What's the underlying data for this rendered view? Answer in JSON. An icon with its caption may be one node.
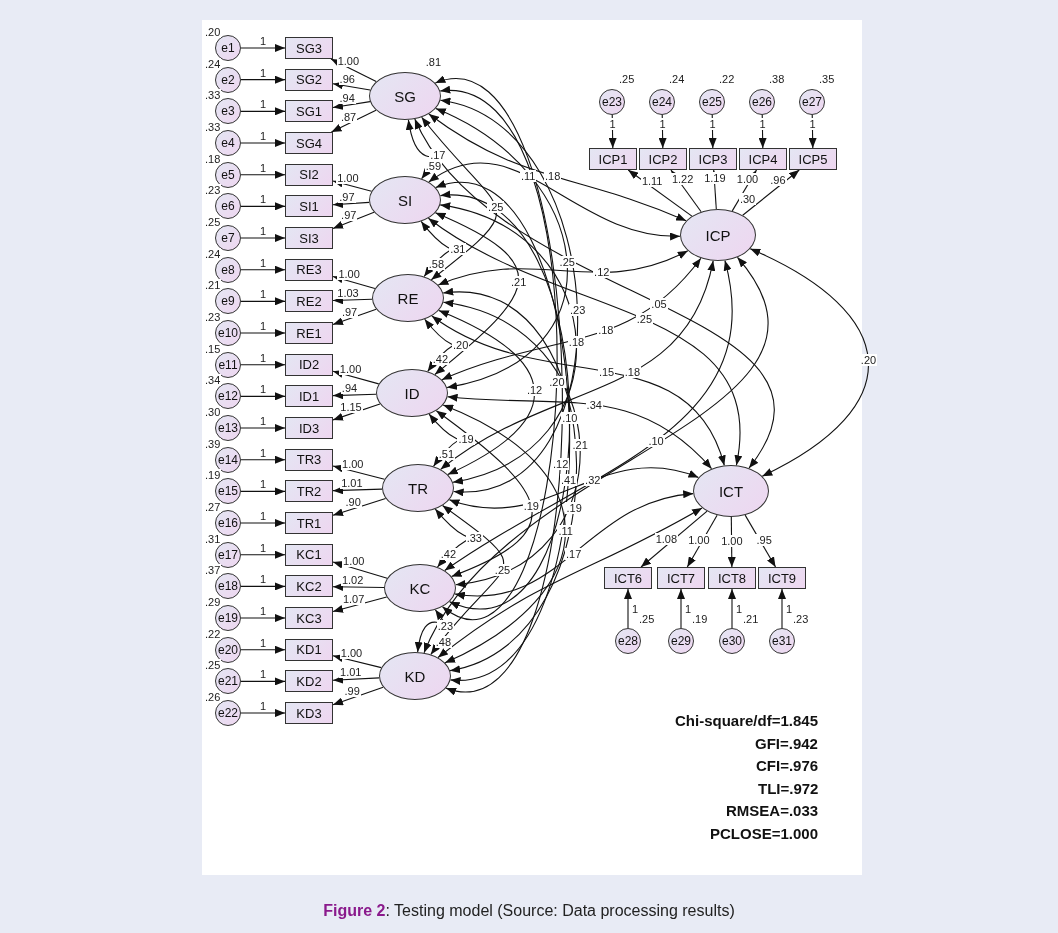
{
  "diagram": {
    "caption": "**Figure 2**: Testing model (Source: Data processing results)",
    "nodes": [
      {
        "text": [
          "e1"
        ],
        "beside": [
          ".20"
        ]
      },
      {
        "text": [
          "e2"
        ],
        "beside": [
          ".24"
        ]
      },
      {
        "text": [
          "e3"
        ],
        "beside": [
          ".33"
        ]
      },
      {
        "text": [
          "e4"
        ],
        "beside": [
          ".33"
        ]
      },
      {
        "text": [
          "e5"
        ],
        "beside": [
          ".18"
        ]
      },
      {
        "text": [
          "e6"
        ],
        "beside": [
          ".23"
        ]
      },
      {
        "text": [
          "e7"
        ],
        "beside": [
          ".25"
        ]
      },
      {
        "text": [
          "e8"
        ],
        "beside": [
          ".24"
        ]
      },
      {
        "text": [
          "e9"
        ],
        "beside": [
          ".21"
        ]
      },
      {
        "text": [
          "e10"
        ],
        "beside": [
          ".23"
        ]
      },
      {
        "text": [
          "e11"
        ],
        "beside": [
          ".15"
        ]
      },
      {
        "text": [
          "e12"
        ],
        "beside": [
          ".34"
        ]
      },
      {
        "text": [
          "e13"
        ],
        "beside": [
          ".30"
        ]
      },
      {
        "text": [
          "e14"
        ],
        "beside": [
          ".39"
        ]
      },
      {
        "text": [
          "e15"
        ],
        "beside": [
          ".19"
        ]
      },
      {
        "text": [
          "e16"
        ],
        "beside": [
          ".27"
        ]
      },
      {
        "text": [
          "e17"
        ],
        "beside": [
          ".31"
        ]
      },
      {
        "text": [
          "e18"
        ],
        "beside": [
          ".37"
        ]
      },
      {
        "text": [
          "e19"
        ],
        "beside": [
          ".29"
        ]
      },
      {
        "text": [
          "e20"
        ],
        "beside": [
          ".22"
        ]
      },
      {
        "text": [
          "e21"
        ],
        "beside": [
          ".25"
        ]
      },
      {
        "text": [
          "e22"
        ],
        "beside": [
          ".26"
        ]
      },
      {
        "text": [
          "SG3"
        ]
      },
      {
        "text": [
          "SG2"
        ]
      },
      {
        "text": [
          "SG1"
        ]
      },
      {
        "text": [
          "SG4"
        ]
      },
      {
        "text": [
          "SI2"
        ]
      },
      {
        "text": [
          "SI1"
        ]
      },
      {
        "text": [
          "SI3"
        ]
      },
      {
        "text": [
          "RE3"
        ]
      },
      {
        "text": [
          "RE2"
        ]
      },
      {
        "text": [
          "RE1"
        ]
      },
      {
        "text": [
          "ID2"
        ]
      },
      {
        "text": [
          "ID1"
        ]
      },
      {
        "text": [
          "ID3"
        ]
      },
      {
        "text": [
          "TR3"
        ]
      },
      {
        "text": [
          "TR2"
        ]
      },
      {
        "text": [
          "TR1"
        ]
      },
      {
        "text": [
          "KC1"
        ]
      },
      {
        "text": [
          "KC2"
        ]
      },
      {
        "text": [
          "KC3"
        ]
      },
      {
        "text": [
          "KD1"
        ]
      },
      {
        "text": [
          "KD2"
        ]
      },
      {
        "text": [
          "KD3"
        ]
      },
      {
        "text": [
          "SG"
        ],
        "beside": [
          ".81"
        ]
      },
      {
        "text": [
          "SI"
        ],
        "beside": [
          ".59"
        ]
      },
      {
        "text": [
          "RE"
        ],
        "beside": [
          ".58"
        ]
      },
      {
        "text": [
          "ID"
        ],
        "beside": [
          ".42"
        ]
      },
      {
        "text": [
          "TR"
        ],
        "beside": [
          ".51"
        ]
      },
      {
        "text": [
          "KC"
        ],
        "beside": [
          ".42"
        ]
      },
      {
        "text": [
          "KD"
        ],
        "beside": [
          ".48"
        ]
      },
      {
        "text": [
          "e23"
        ],
        "beside": [
          ".25"
        ]
      },
      {
        "text": [
          "e24"
        ],
        "beside": [
          ".24"
        ]
      },
      {
        "text": [
          "e25"
        ],
        "beside": [
          ".22"
        ]
      },
      {
        "text": [
          "e26"
        ],
        "beside": [
          ".38"
        ]
      },
      {
        "text": [
          "e27"
        ],
        "beside": [
          ".35"
        ]
      },
      {
        "text": [
          "ICP1"
        ]
      },
      {
        "text": [
          "ICP2"
        ]
      },
      {
        "text": [
          "ICP3"
        ]
      },
      {
        "text": [
          "ICP4"
        ]
      },
      {
        "text": [
          "ICP5"
        ]
      },
      {
        "text": [
          "ICP"
        ],
        "beside": [
          ".30"
        ]
      },
      {
        "text": [
          "ICT"
        ]
      },
      {
        "text": [
          "ICT6"
        ]
      },
      {
        "text": [
          "ICT7"
        ]
      },
      {
        "text": [
          "ICT8"
        ]
      },
      {
        "text": [
          "ICT9"
        ]
      },
      {
        "text": [
          "e28"
        ],
        "beside": [
          ".25"
        ]
      },
      {
        "text": [
          "e29"
        ],
        "beside": [
          ".19"
        ]
      },
      {
        "text": [
          "e30"
        ],
        "beside": [
          ".21"
        ]
      },
      {
        "text": [
          "e31"
        ],
        "beside": [
          ".23"
        ]
      }
    ],
    "edges": [
      {
        "from": 0,
        "to": 22,
        "arrow": "to",
        "label": "1"
      },
      {
        "from": 1,
        "to": 23,
        "arrow": "to",
        "label": "1"
      },
      {
        "from": 2,
        "to": 24,
        "arrow": "to",
        "label": "1"
      },
      {
        "from": 3,
        "to": 25,
        "arrow": "to",
        "label": "1"
      },
      {
        "from": 4,
        "to": 26,
        "arrow": "to",
        "label": "1"
      },
      {
        "from": 5,
        "to": 27,
        "arrow": "to",
        "label": "1"
      },
      {
        "from": 6,
        "to": 28,
        "arrow": "to",
        "label": "1"
      },
      {
        "from": 7,
        "to": 29,
        "arrow": "to",
        "label": "1"
      },
      {
        "from": 8,
        "to": 30,
        "arrow": "to",
        "label": "1"
      },
      {
        "from": 9,
        "to": 31,
        "arrow": "to",
        "label": "1"
      },
      {
        "from": 10,
        "to": 32,
        "arrow": "to",
        "label": "1"
      },
      {
        "from": 11,
        "to": 33,
        "arrow": "to",
        "label": "1"
      },
      {
        "from": 12,
        "to": 34,
        "arrow": "to",
        "label": "1"
      },
      {
        "from": 13,
        "to": 35,
        "arrow": "to",
        "label": "1"
      },
      {
        "from": 14,
        "to": 36,
        "arrow": "to",
        "label": "1"
      },
      {
        "from": 15,
        "to": 37,
        "arrow": "to",
        "label": "1"
      },
      {
        "from": 16,
        "to": 38,
        "arrow": "to",
        "label": "1"
      },
      {
        "from": 17,
        "to": 39,
        "arrow": "to",
        "label": "1"
      },
      {
        "from": 18,
        "to": 40,
        "arrow": "to",
        "label": "1"
      },
      {
        "from": 19,
        "to": 41,
        "arrow": "to",
        "label": "1"
      },
      {
        "from": 20,
        "to": 42,
        "arrow": "to",
        "label": "1"
      },
      {
        "from": 21,
        "to": 43,
        "arrow": "to",
        "label": "1"
      },
      {
        "from": 44,
        "to": 22,
        "arrow": "to",
        "label": "1.00"
      },
      {
        "from": 44,
        "to": 23,
        "arrow": "to",
        "label": ".96"
      },
      {
        "from": 44,
        "to": 24,
        "arrow": "to",
        "label": ".94"
      },
      {
        "from": 44,
        "to": 25,
        "arrow": "to",
        "label": ".87"
      },
      {
        "from": 45,
        "to": 26,
        "arrow": "to",
        "label": "1.00"
      },
      {
        "from": 45,
        "to": 27,
        "arrow": "to",
        "label": ".97"
      },
      {
        "from": 45,
        "to": 28,
        "arrow": "to",
        "label": ".97"
      },
      {
        "from": 46,
        "to": 29,
        "arrow": "to",
        "label": "1.00"
      },
      {
        "from": 46,
        "to": 30,
        "arrow": "to",
        "label": "1.03"
      },
      {
        "from": 46,
        "to": 31,
        "arrow": "to",
        "label": ".97"
      },
      {
        "from": 47,
        "to": 32,
        "arrow": "to",
        "label": "1.00"
      },
      {
        "from": 47,
        "to": 33,
        "arrow": "to",
        "label": ".94"
      },
      {
        "from": 47,
        "to": 34,
        "arrow": "to",
        "label": "1.15"
      },
      {
        "from": 48,
        "to": 35,
        "arrow": "to",
        "label": "1.00"
      },
      {
        "from": 48,
        "to": 36,
        "arrow": "to",
        "label": "1.01"
      },
      {
        "from": 48,
        "to": 37,
        "arrow": "to",
        "label": ".90"
      },
      {
        "from": 49,
        "to": 38,
        "arrow": "to",
        "label": "1.00"
      },
      {
        "from": 49,
        "to": 39,
        "arrow": "to",
        "label": "1.02"
      },
      {
        "from": 49,
        "to": 40,
        "arrow": "to",
        "label": "1.07"
      },
      {
        "from": 50,
        "to": 41,
        "arrow": "to",
        "label": "1.00"
      },
      {
        "from": 50,
        "to": 42,
        "arrow": "to",
        "label": "1.01"
      },
      {
        "from": 50,
        "to": 43,
        "arrow": "to",
        "label": ".99"
      },
      {
        "from": 51,
        "to": 56,
        "arrow": "to",
        "label": "1"
      },
      {
        "from": 52,
        "to": 57,
        "arrow": "to",
        "label": "1"
      },
      {
        "from": 53,
        "to": 58,
        "arrow": "to",
        "label": "1"
      },
      {
        "from": 54,
        "to": 59,
        "arrow": "to",
        "label": "1"
      },
      {
        "from": 55,
        "to": 60,
        "arrow": "to",
        "label": "1"
      },
      {
        "from": 61,
        "to": 56,
        "arrow": "to",
        "label": "1.11"
      },
      {
        "from": 61,
        "to": 57,
        "arrow": "to",
        "label": "1.22"
      },
      {
        "from": 61,
        "to": 58,
        "arrow": "to",
        "label": "1.19"
      },
      {
        "from": 61,
        "to": 59,
        "arrow": "to",
        "label": "1.00"
      },
      {
        "from": 61,
        "to": 60,
        "arrow": "to",
        "label": ".96"
      },
      {
        "from": 62,
        "to": 63,
        "arrow": "to",
        "label": "1.08"
      },
      {
        "from": 62,
        "to": 64,
        "arrow": "to",
        "label": "1.00"
      },
      {
        "from": 62,
        "to": 65,
        "arrow": "to",
        "label": "1.00"
      },
      {
        "from": 62,
        "to": 66,
        "arrow": "to",
        "label": ".95"
      },
      {
        "from": 67,
        "to": 63,
        "arrow": "to",
        "label": "1"
      },
      {
        "from": 68,
        "to": 64,
        "arrow": "to",
        "label": "1"
      },
      {
        "from": 69,
        "to": 65,
        "arrow": "to",
        "label": "1"
      },
      {
        "from": 70,
        "to": 66,
        "arrow": "to",
        "label": "1"
      },
      {
        "from": 44,
        "to": 45,
        "arrow": "both"
      },
      {
        "from": 44,
        "to": 46,
        "arrow": "both"
      },
      {
        "from": 44,
        "to": 47,
        "arrow": "both"
      },
      {
        "from": 44,
        "to": 48,
        "arrow": "both"
      },
      {
        "from": 44,
        "to": 49,
        "arrow": "both"
      },
      {
        "from": 44,
        "to": 50,
        "arrow": "both"
      },
      {
        "from": 44,
        "to": 61,
        "arrow": "both"
      },
      {
        "from": 44,
        "to": 62,
        "arrow": "both"
      },
      {
        "from": 45,
        "to": 46,
        "arrow": "both"
      },
      {
        "from": 45,
        "to": 47,
        "arrow": "both"
      },
      {
        "from": 45,
        "to": 48,
        "arrow": "both"
      },
      {
        "from": 45,
        "to": 49,
        "arrow": "both"
      },
      {
        "from": 45,
        "to": 50,
        "arrow": "both"
      },
      {
        "from": 45,
        "to": 61,
        "arrow": "both"
      },
      {
        "from": 45,
        "to": 62,
        "arrow": "both"
      },
      {
        "from": 46,
        "to": 47,
        "arrow": "both"
      },
      {
        "from": 46,
        "to": 48,
        "arrow": "both"
      },
      {
        "from": 46,
        "to": 49,
        "arrow": "both"
      },
      {
        "from": 46,
        "to": 50,
        "arrow": "both"
      },
      {
        "from": 46,
        "to": 61,
        "arrow": "both"
      },
      {
        "from": 46,
        "to": 62,
        "arrow": "both"
      },
      {
        "from": 47,
        "to": 48,
        "arrow": "both"
      },
      {
        "from": 47,
        "to": 49,
        "arrow": "both"
      },
      {
        "from": 47,
        "to": 50,
        "arrow": "both"
      },
      {
        "from": 47,
        "to": 61,
        "arrow": "both"
      },
      {
        "from": 47,
        "to": 62,
        "arrow": "both"
      },
      {
        "from": 48,
        "to": 49,
        "arrow": "both"
      },
      {
        "from": 48,
        "to": 50,
        "arrow": "both"
      },
      {
        "from": 48,
        "to": 61,
        "arrow": "both"
      },
      {
        "from": 48,
        "to": 62,
        "arrow": "both"
      },
      {
        "from": 49,
        "to": 50,
        "arrow": "both"
      },
      {
        "from": 49,
        "to": 61,
        "arrow": "both"
      },
      {
        "from": 49,
        "to": 62,
        "arrow": "both"
      },
      {
        "from": 50,
        "to": 61,
        "arrow": "both"
      },
      {
        "from": 50,
        "to": 62,
        "arrow": "both"
      },
      {
        "from": 61,
        "to": 62,
        "arrow": "both",
        "label": ".20"
      }
    ],
    "labels": [
      ".17",
      ".25",
      ".25",
      ".23",
      ".20",
      ".12",
      ".18",
      ".05",
      ".31",
      ".21",
      ".18",
      ".10",
      ".41",
      ".11",
      ".25",
      ".20",
      ".12",
      ".21",
      ".19",
      ".12",
      ".15",
      ".19",
      ".19",
      ".11",
      ".18",
      ".34",
      ".33",
      ".25",
      ".18",
      ".32",
      ".23",
      ".10",
      ".17",
      "Chi-square/df=1.845",
      "GFI=.942",
      "CFI=.976",
      "TLI=.972",
      "RMSEA=.033",
      "PCLOSE=1.000"
    ]
  }
}
